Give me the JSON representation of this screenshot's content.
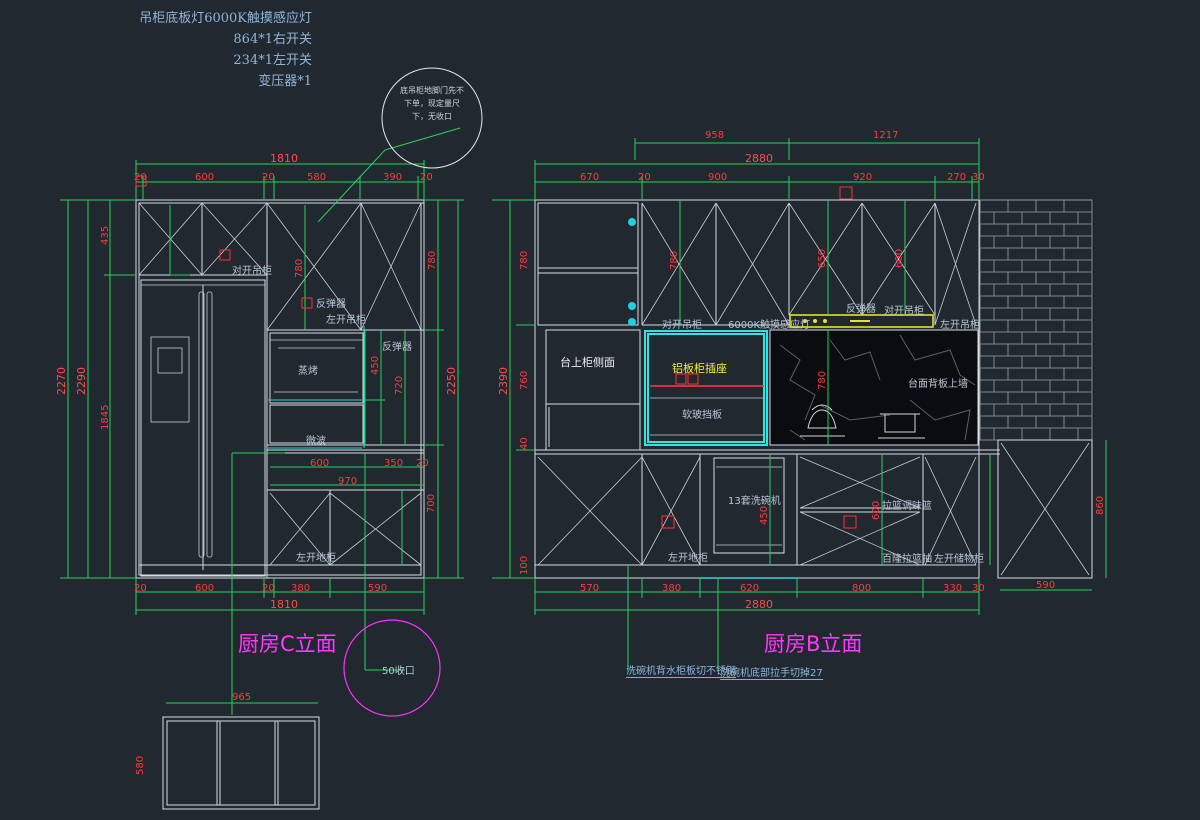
{
  "notes": {
    "line1": "吊柜底板灯6000K触摸感应灯",
    "line2": "864*1右开关",
    "line3": "234*1左开关",
    "line4": "变压器*1"
  },
  "callout_top": {
    "line1": "底吊柜地脚门先不",
    "line2": "下单，现定量尺",
    "line3": "下，无收口"
  },
  "callout_bottom": "50收口",
  "titles": {
    "left": "厨房C立面",
    "right": "厨房B立面"
  },
  "left_labels": {
    "door_open": "对开吊柜",
    "reflector1": "反弹器",
    "left_open": "左开吊柜",
    "reflector2": "反弹器",
    "steam": "蒸烤",
    "micro": "微波",
    "base_left": "左开地柜"
  },
  "right_labels": {
    "top_side": "台上柜侧面",
    "rice": "铝板柜插座",
    "sink_row": "软玻挡板",
    "door_open": "对开吊柜",
    "light": "6000K触摸感应灯",
    "reflector": "反弹器",
    "door_open2": "对开吊柜",
    "left_open": "左开吊柜",
    "worktop_wall": "台面背板上墙",
    "dishwasher": "13套洗碗机",
    "left_base": "左开地柜",
    "drawer": "拉篮调味篮",
    "pull": "百隆拉篮抽",
    "left_right": "左开储物柜"
  },
  "bottom_notes": {
    "n1": "洗碗机背水柜板切不锈钢",
    "n2": "洗碗机底部拉手切掉27"
  },
  "dims_left": {
    "top_total": "1810",
    "top_parts": [
      "20",
      "600",
      "20",
      "580",
      "390",
      "20"
    ],
    "bottom_parts": [
      "20",
      "600",
      "20",
      "380",
      "590"
    ],
    "bottom_total": "1810",
    "side_left": "2270",
    "side_left2": "2290",
    "side_inner1": "435",
    "side_inner2": "1845",
    "side_right": "2250",
    "inner_mid": [
      "780",
      "780",
      "450",
      "720",
      "700"
    ],
    "counter_parts": [
      "600",
      "350",
      "20"
    ],
    "counter_total": "970",
    "small_w": "965",
    "small_h": "580"
  },
  "dims_right": {
    "top_over1": "958",
    "top_over2": "1217",
    "top_total": "2880",
    "top_parts": [
      "670",
      "20",
      "900",
      "920",
      "270",
      "30"
    ],
    "bottom_parts": [
      "570",
      "380",
      "620",
      "800",
      "330",
      "30"
    ],
    "bottom_total": "2880",
    "side": "2390",
    "side_parts": [
      "780",
      "780",
      "40",
      "760",
      "100"
    ],
    "right_side": "860",
    "right_bottom": "590",
    "mid": [
      "650",
      "600",
      "780",
      "450",
      "600"
    ]
  },
  "icons": [
    "triangle-marker-icon",
    "socket-icon",
    "brick-wall-icon",
    "stove-icon",
    "kettle-icon"
  ]
}
